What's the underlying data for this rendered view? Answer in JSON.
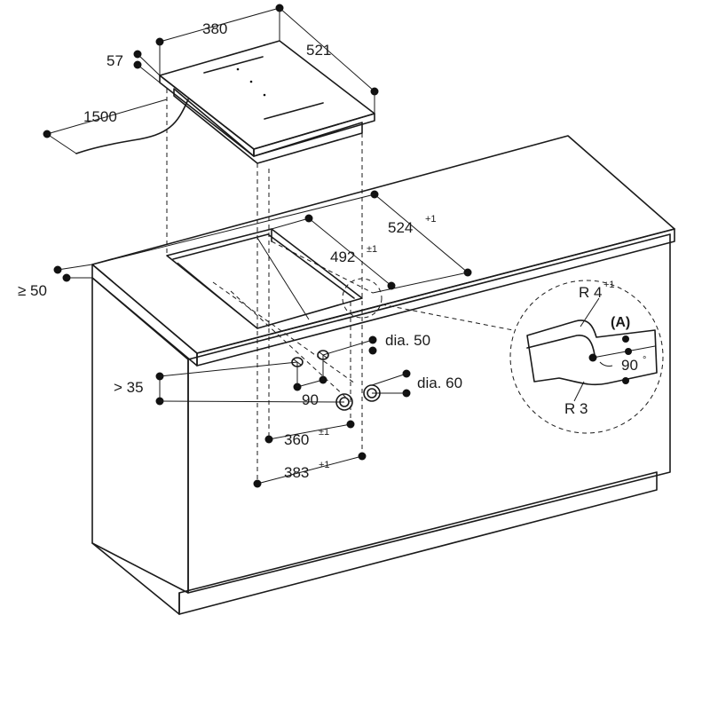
{
  "dimensions": {
    "hob_width": "380",
    "hob_depth": "521",
    "hob_height": "57",
    "cable_length": "1500",
    "cutout_depth": "524",
    "cutout_depth_tol": "+1",
    "cutout_width": "492",
    "cutout_width_tol": "±1",
    "front_distance": "≥ 50",
    "min_height": "> 35",
    "angle": "90",
    "duct_width": "360",
    "duct_width_tol": "±1",
    "duct_outer": "383",
    "duct_outer_tol": "+1",
    "hole_small": "dia. 50",
    "hole_large": "dia. 60"
  },
  "detail": {
    "radius_top": "R 4",
    "radius_top_tol": "+1",
    "radius_bottom": "R 3",
    "marker": "(A)",
    "angle": "90",
    "angle_unit": "°"
  }
}
